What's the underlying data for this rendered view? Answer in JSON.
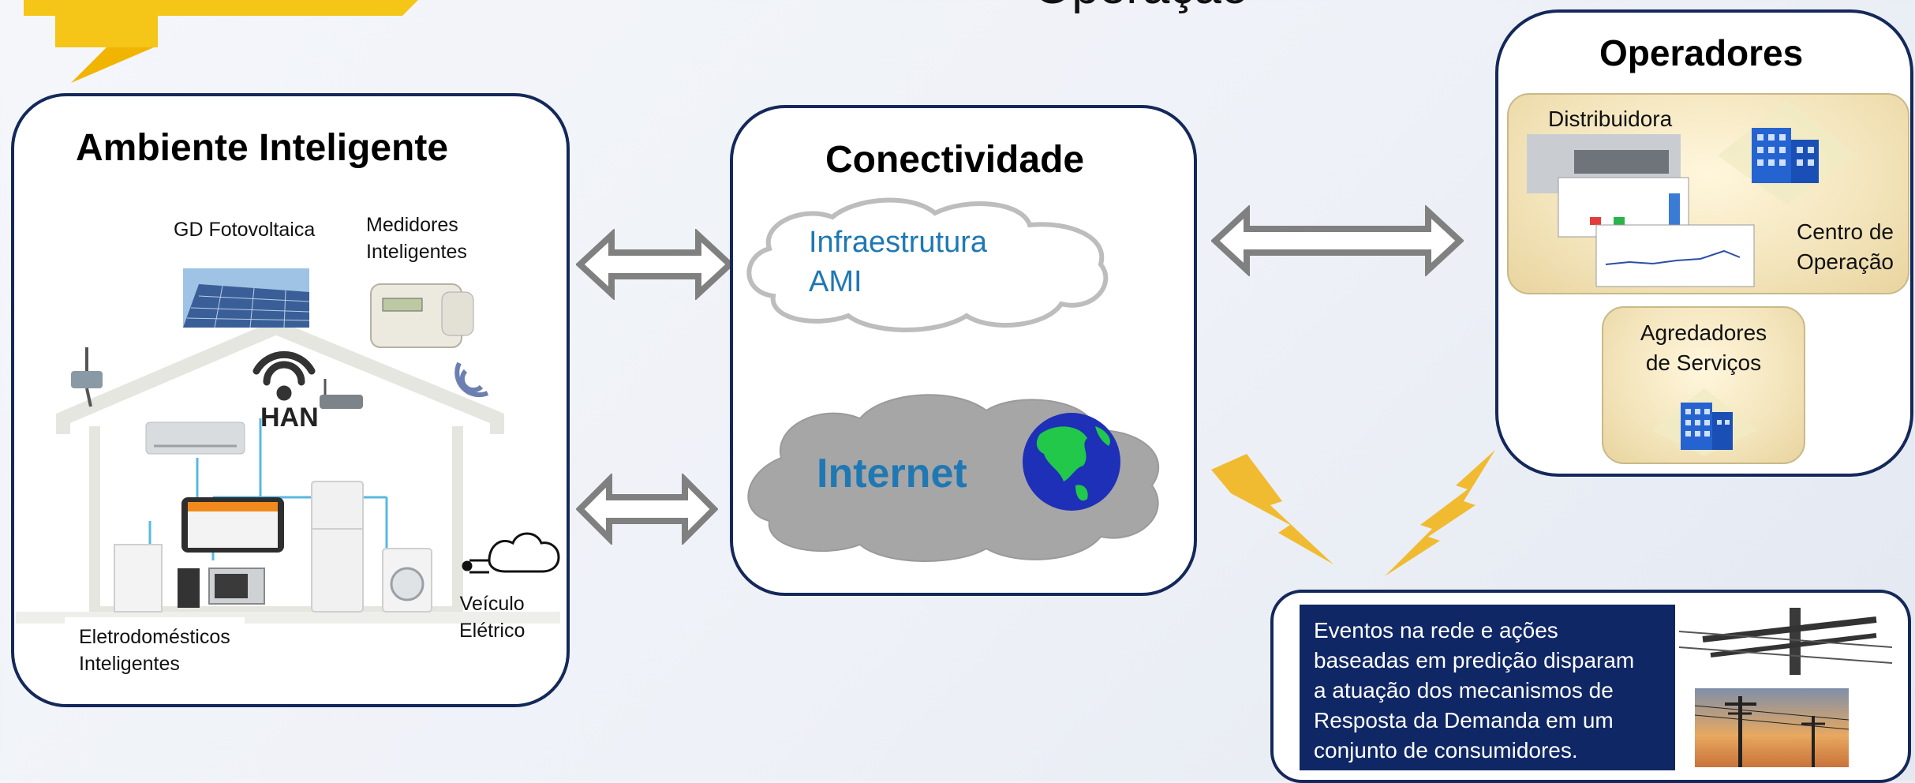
{
  "slide_title": "Operação",
  "panels": {
    "ambiente": {
      "title": "Ambiente Inteligente",
      "labels": {
        "gd": "GD Fotovoltaica",
        "medidores_1": "Medidores",
        "medidores_2": "Inteligentes",
        "han": "HAN",
        "eletro_1": "Eletrodomésticos",
        "eletro_2": "Inteligentes",
        "veiculo_1": "Veículo",
        "veiculo_2": "Elétrico"
      }
    },
    "conectividade": {
      "title": "Conectividade",
      "cloud_ami_1": "Infraestrutura",
      "cloud_ami_2": "AMI",
      "cloud_internet": "Internet"
    },
    "operadores": {
      "title": "Operadores",
      "distribuidora": "Distribuidora",
      "centro_1": "Centro de",
      "centro_2": "Operação",
      "agregadores_1": "Agredadores",
      "agregadores_2": "de Serviços"
    },
    "eventos": {
      "text_lines": [
        "Eventos na rede e ações",
        "baseadas em predição disparam",
        "a atuação dos mecanismos de",
        "Resposta da Demanda em um",
        "conjunto de consumidores."
      ]
    }
  },
  "colors": {
    "panel_border": "#14285a",
    "arrow": "#808080",
    "cloud_text": "#1f78b4",
    "bolt": "#f2b51c",
    "banner": "#f5c518",
    "events_bg": "#102766"
  }
}
